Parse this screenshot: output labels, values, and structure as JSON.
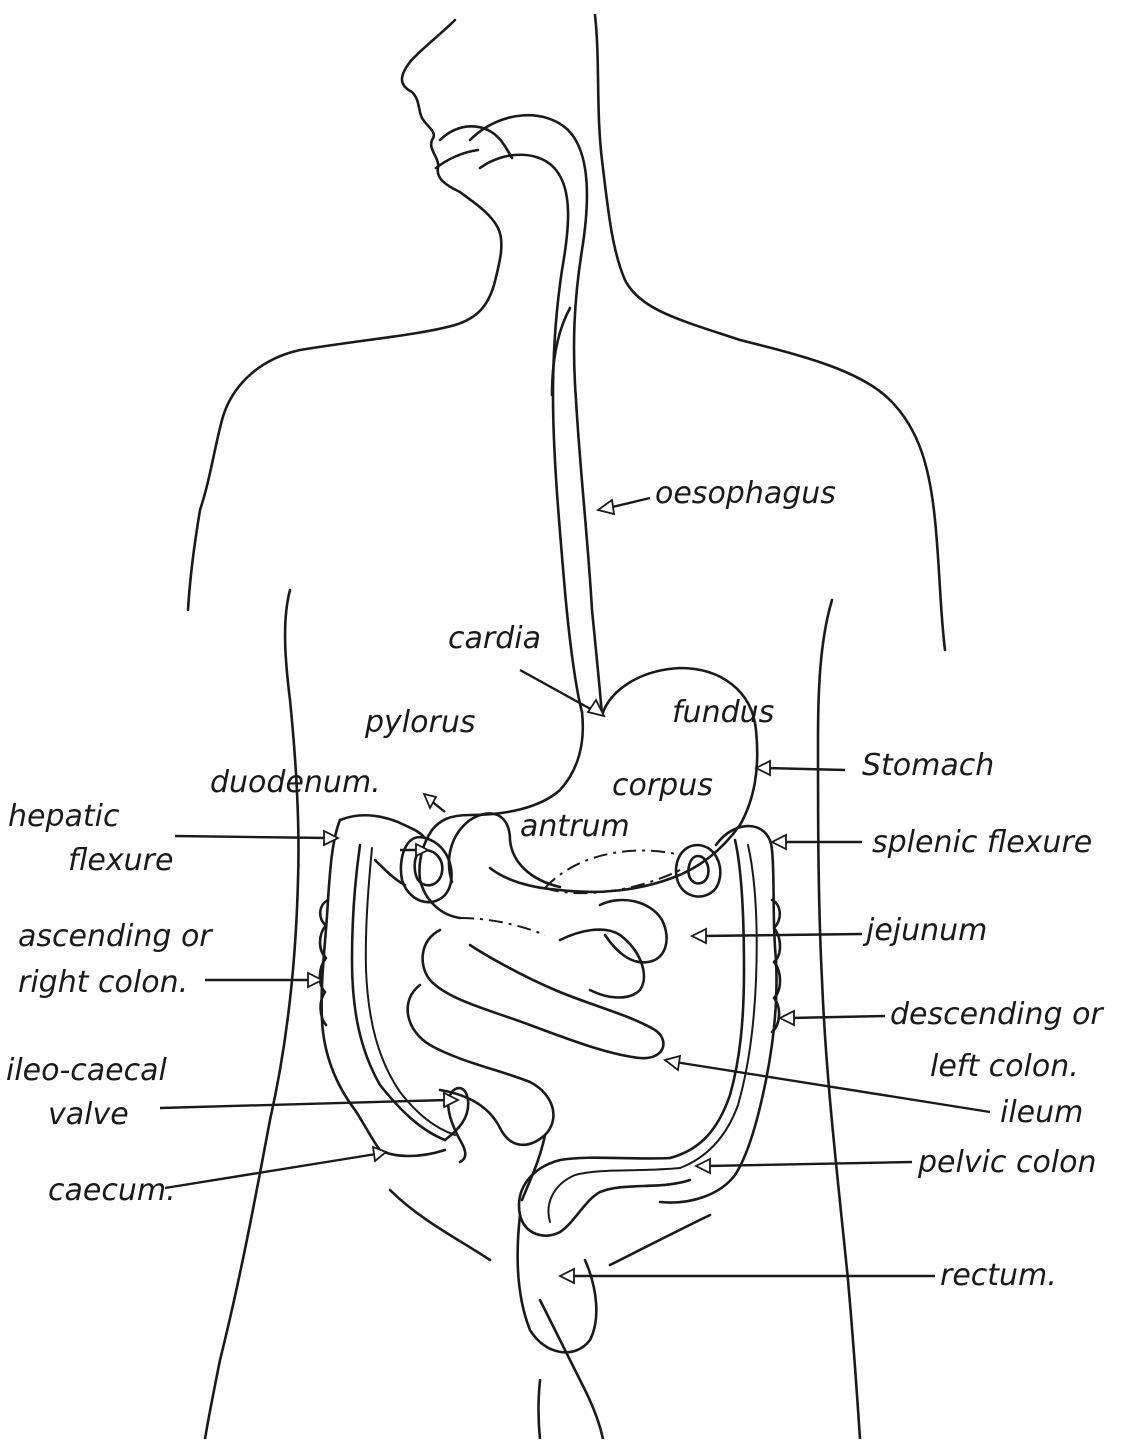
{
  "labels": {
    "oesophagus": "oesophagus",
    "cardia": "cardia",
    "pylorus": "pylorus",
    "fundus": "fundus",
    "duodenum": "duodenum.",
    "stomach": "Stomach",
    "corpus": "corpus",
    "hepatic_1": "hepatic",
    "hepatic_2": "flexure",
    "antrum": "antrum",
    "splenic": "splenic flexure",
    "ascending_1": "ascending or",
    "ascending_2": "right colon.",
    "jejunum": "jejunum",
    "descending_1": "descending or",
    "descending_2": "left colon.",
    "ileo_1": "ileo-caecal",
    "ileo_2": "valve",
    "ileum": "ileum",
    "caecum": "caecum.",
    "pelvic": "pelvic colon",
    "rectum": "rectum."
  },
  "colors": {
    "ink": "#1a1a1a",
    "paper": "#ffffff"
  }
}
